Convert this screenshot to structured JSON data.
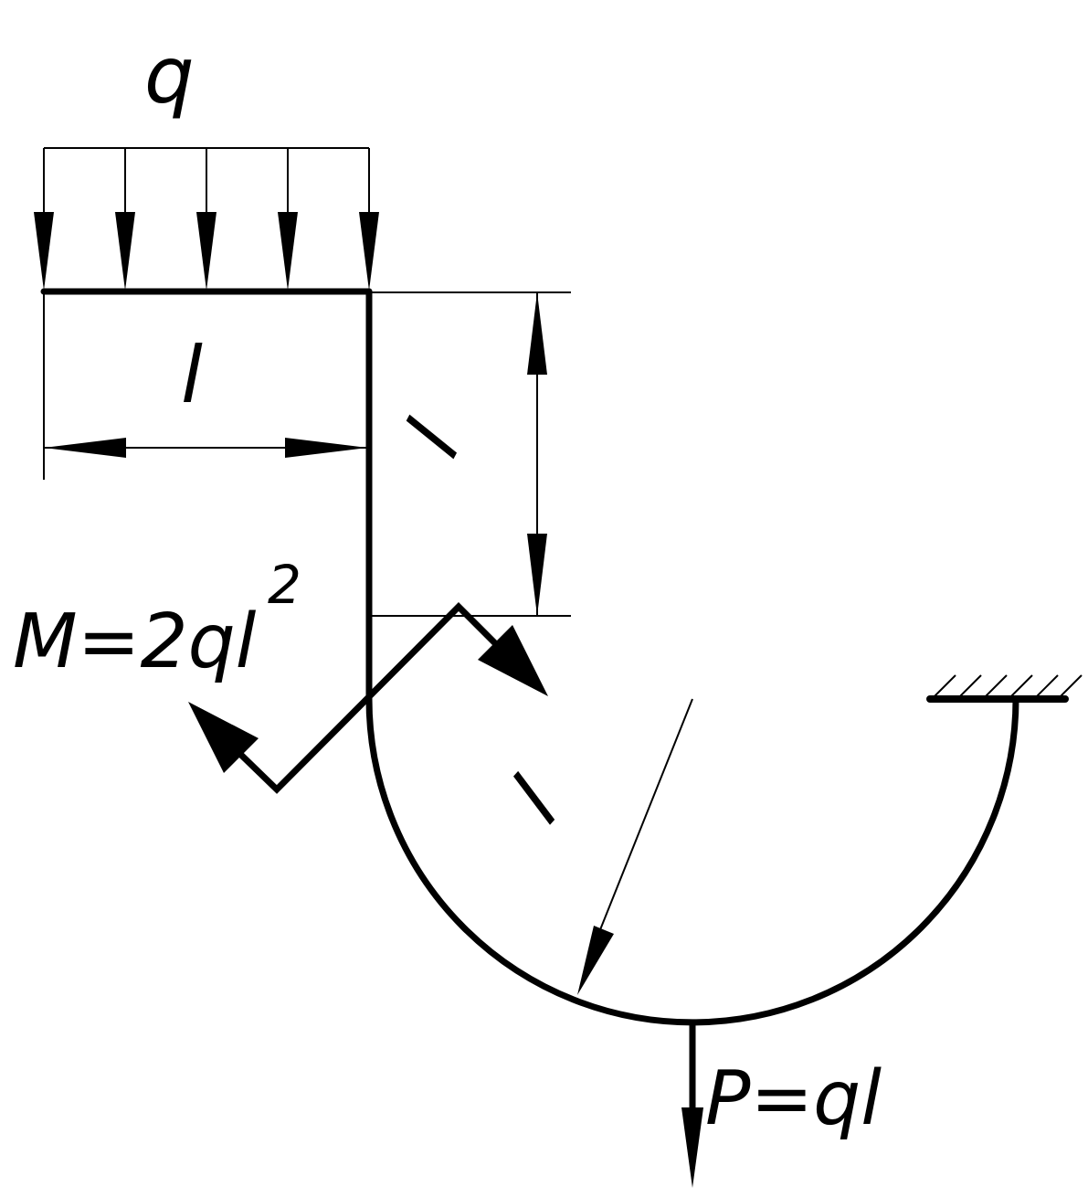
{
  "labels": {
    "distributed_load": "q",
    "horizontal_length": "l",
    "vertical_length": "l",
    "arc_radius": "l",
    "moment": "M=2ql",
    "moment_power": "2",
    "force": "P=ql"
  },
  "colors": {
    "ink": "#000000",
    "background": "#ffffff"
  },
  "icons": {
    "fixed_support": "hatched-wall-support-icon",
    "arrows": "filled-triangle-arrowheads"
  }
}
